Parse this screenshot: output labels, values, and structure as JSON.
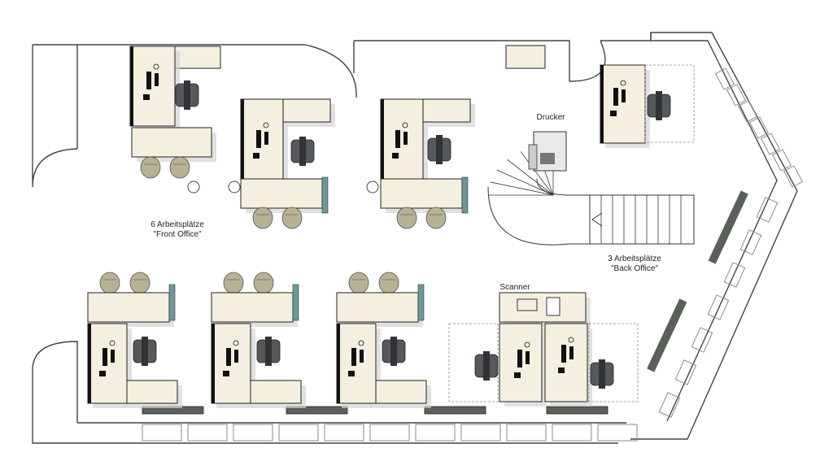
{
  "labels": {
    "front_office_count": "6 Arbeitsplätze",
    "front_office_name": "\"Front Office\"",
    "back_office_count": "3 Arbeitsplätze",
    "back_office_name": "\"Back Office\"",
    "printer": "Drucker",
    "scanner": "Scanner"
  },
  "colors": {
    "desk": "#f5efdf",
    "desk_edge": "#222222",
    "wall": "#444444",
    "chair": "#55585c",
    "chair_visitor": "#b7b196",
    "glass": "#6a9a98",
    "shadow": "#d4d4d4",
    "radiator": "#5a5f5a"
  },
  "icons": [
    "desk",
    "office-chair",
    "visitor-chair",
    "monitor",
    "keyboard",
    "telephone",
    "printer",
    "scanner",
    "staircase",
    "door",
    "radiator",
    "window"
  ]
}
